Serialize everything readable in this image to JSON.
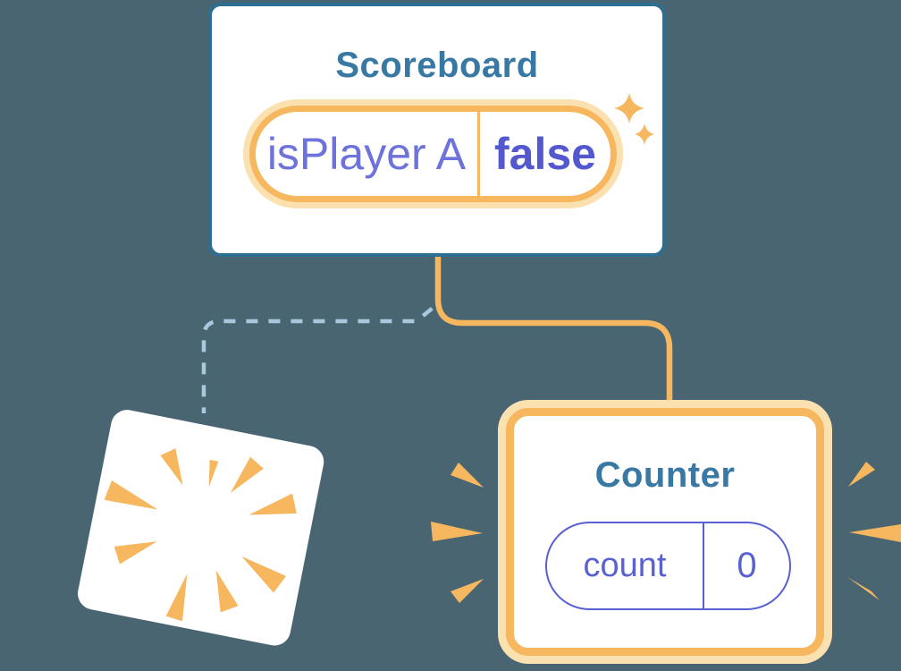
{
  "scoreboard": {
    "title": "Scoreboard",
    "state": {
      "label": "isPlayer A",
      "value": "false"
    }
  },
  "counter": {
    "title": "Counter",
    "state": {
      "label": "count",
      "value": "0"
    }
  },
  "colors": {
    "background": "#4A6572",
    "accent_orange": "#F6B75F",
    "accent_cream": "#FBE0B0",
    "card_border_blue": "#2E6E93",
    "title_text_blue": "#3878A3",
    "state_label_purple": "#6D73DB",
    "state_value_purple": "#5358CF",
    "counter_pill_purple": "#585FD0",
    "dashed_line_blue": "#A9C7DD",
    "card_white": "#FFFFFF"
  },
  "icons": {
    "sparkles": "sparkle-icon",
    "poof": "poof-burst-icon",
    "emphasis_rays": "emphasis-ray-icon",
    "active_connector": "active-connector-line",
    "removed_connector": "removed-connector-dashed-line"
  }
}
